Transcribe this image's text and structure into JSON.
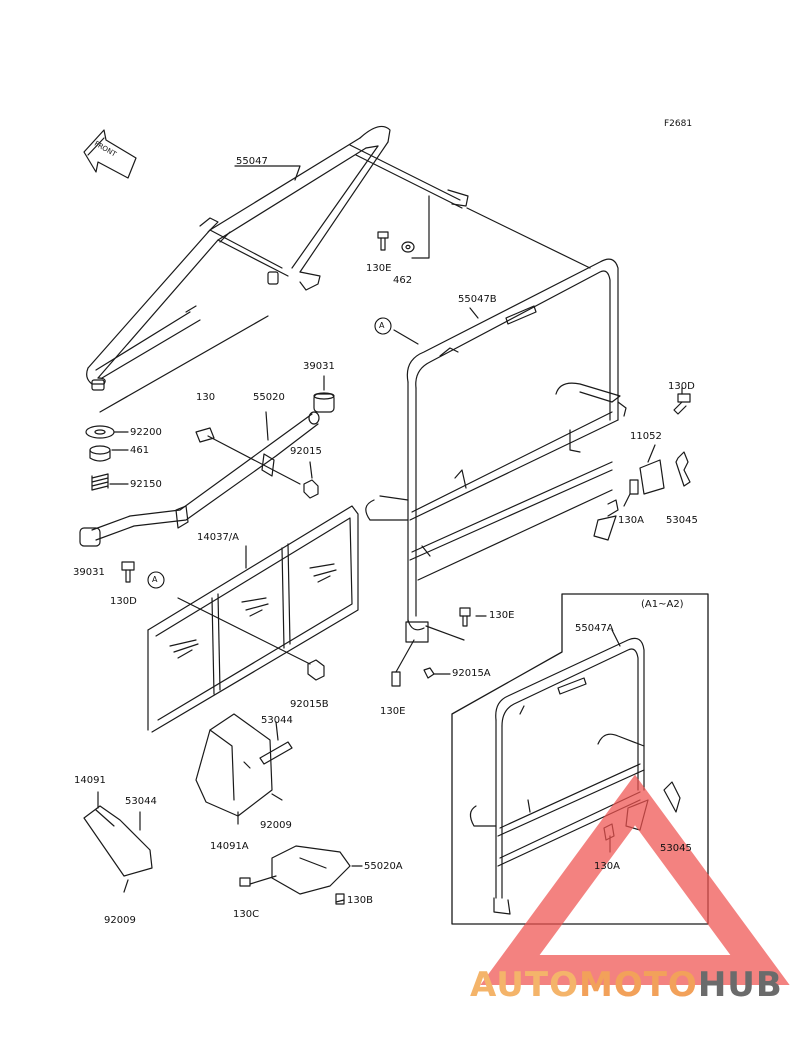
{
  "figure_code": "F2681",
  "front_label": "FRONT",
  "variant_box_label": "(A1~A2)",
  "callout_ref": "A",
  "parts": {
    "p55047": "55047",
    "p130E_a": "130E",
    "p462": "462",
    "p55047B": "55047B",
    "p39031_a": "39031",
    "p130": "130",
    "p55020": "55020",
    "p92015": "92015",
    "p92200": "92200",
    "p461": "461",
    "p92150": "92150",
    "p130D_a": "130D",
    "p11052": "11052",
    "p130A_a": "130A",
    "p53045_a": "53045",
    "p14037A": "14037/A",
    "p39031_b": "39031",
    "p130D_b": "130D",
    "p92015B": "92015B",
    "p130E_b": "130E",
    "p92015A": "92015A",
    "p130E_c": "130E",
    "p55047A": "55047A",
    "p53044_a": "53044",
    "p14091": "14091",
    "p53044_b": "53044",
    "p92009_a": "92009",
    "p14091A": "14091A",
    "p55020A": "55020A",
    "p130C": "130C",
    "p130B": "130B",
    "p92009_b": "92009",
    "p130A_b": "130A",
    "p53045_b": "53045"
  },
  "watermark": {
    "part1": "AUTO",
    "part2": "MOTO",
    "part3": "HUB",
    "colors": {
      "triangle": "#ef5350",
      "auto": "#f4b46a",
      "moto": "#f2a15a",
      "hub": "#6b6b6b"
    }
  }
}
